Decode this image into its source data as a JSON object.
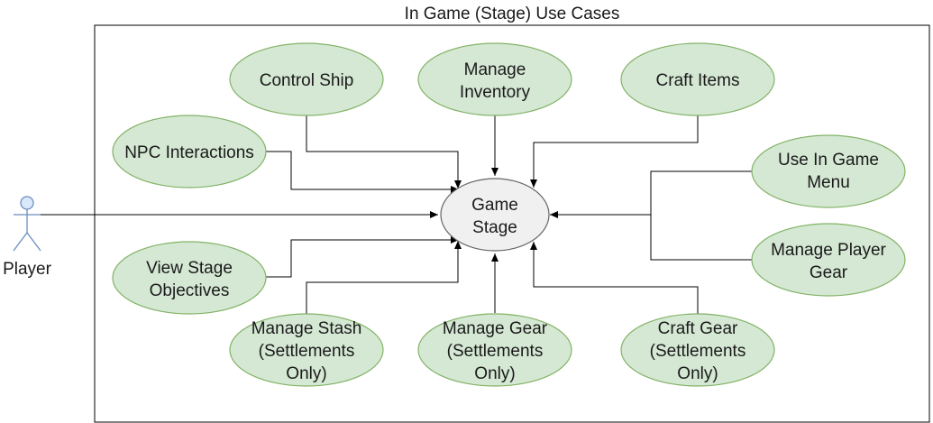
{
  "diagram": {
    "title": "In Game (Stage) Use Cases",
    "actor": {
      "label": "Player"
    },
    "center": {
      "lines": [
        "Game",
        "Stage"
      ]
    },
    "use_cases": {
      "control_ship": {
        "lines": [
          "Control Ship"
        ]
      },
      "manage_inventory": {
        "lines": [
          "Manage",
          "Inventory"
        ]
      },
      "craft_items": {
        "lines": [
          "Craft Items"
        ]
      },
      "npc_interactions": {
        "lines": [
          "NPC Interactions"
        ]
      },
      "use_in_game_menu": {
        "lines": [
          "Use In Game",
          "Menu"
        ]
      },
      "manage_player_gear": {
        "lines": [
          "Manage Player",
          "Gear"
        ]
      },
      "view_stage_objectives": {
        "lines": [
          "View Stage",
          "Objectives"
        ]
      },
      "manage_stash": {
        "lines": [
          "Manage Stash",
          "(Settlements",
          "Only)"
        ]
      },
      "manage_gear": {
        "lines": [
          "Manage Gear",
          "(Settlements",
          "Only)"
        ]
      },
      "craft_gear": {
        "lines": [
          "Craft Gear",
          "(Settlements",
          "Only)"
        ]
      }
    }
  }
}
